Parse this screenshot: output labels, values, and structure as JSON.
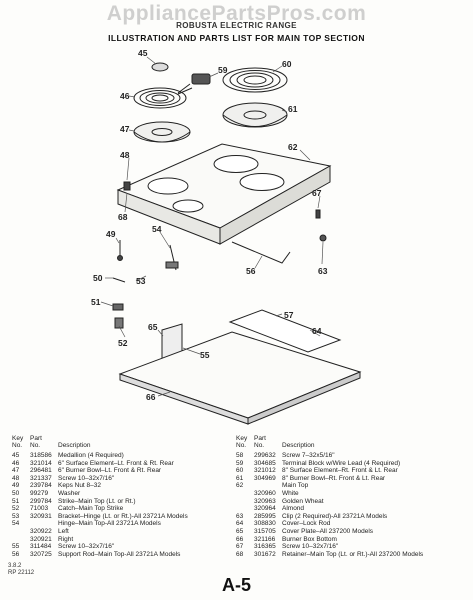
{
  "watermark": "AppliancePartsPros.com",
  "header": {
    "line1": "ROBUSTA ELECTRIC RANGE",
    "line2": "ILLUSTRATION AND PARTS LIST FOR MAIN TOP SECTION"
  },
  "callouts": [
    "45",
    "59",
    "60",
    "46",
    "61",
    "47",
    "62",
    "48",
    "67",
    "68",
    "49",
    "54",
    "50",
    "53",
    "56",
    "63",
    "51",
    "57",
    "52",
    "64",
    "65",
    "55",
    "66"
  ],
  "columns": {
    "key": "Key\nNo.",
    "part": "Part\nNo.",
    "description": "Description"
  },
  "left_parts": [
    {
      "key": "45",
      "part": "318586",
      "desc": "Medallion (4 Required)"
    },
    {
      "key": "46",
      "part": "321014",
      "desc": "6\" Surface Element–Lt. Front & Rt. Rear"
    },
    {
      "key": "47",
      "part": "296481",
      "desc": "6\" Burner Bowl–Lt. Front & Rt. Rear"
    },
    {
      "key": "48",
      "part": "321337",
      "desc": "Screw 10–32x7/16\""
    },
    {
      "key": "49",
      "part": "239784",
      "desc": "Keps Nut 8–32"
    },
    {
      "key": "50",
      "part": "99279",
      "desc": "Washer"
    },
    {
      "key": "51",
      "part": "299784",
      "desc": "Strike–Main Top (Lt. or Rt.)"
    },
    {
      "key": "52",
      "part": "71003",
      "desc": "Catch–Main Top Strike"
    },
    {
      "key": "53",
      "part": "320931",
      "desc": "Bracket–Hinge (Lt. or Rt.)-All 23721A Models"
    },
    {
      "key": "54",
      "part": "",
      "desc": "Hinge–Main Top-All 23721A Models"
    },
    {
      "key": "",
      "part": "320922",
      "desc": "Left"
    },
    {
      "key": "",
      "part": "320921",
      "desc": "Right"
    },
    {
      "key": "55",
      "part": "311484",
      "desc": "Screw 10–32x7/16\""
    },
    {
      "key": "56",
      "part": "320725",
      "desc": "Support Rod–Main Top-All 23721A Models"
    }
  ],
  "right_parts": [
    {
      "key": "58",
      "part": "299632",
      "desc": "Screw 7–32x5/16\""
    },
    {
      "key": "59",
      "part": "304685",
      "desc": "Terminal Block w/Wire Lead (4 Required)"
    },
    {
      "key": "60",
      "part": "321012",
      "desc": "8\" Surface Element–Rt. Front & Lt. Rear"
    },
    {
      "key": "61",
      "part": "304969",
      "desc": "8\" Burner Bowl–Rt. Front & Lt. Rear"
    },
    {
      "key": "62",
      "part": "",
      "desc": "Main Top"
    },
    {
      "key": "",
      "part": "320960",
      "desc": "White"
    },
    {
      "key": "",
      "part": "320963",
      "desc": "Golden Wheat"
    },
    {
      "key": "",
      "part": "320964",
      "desc": "Almond"
    },
    {
      "key": "63",
      "part": "285995",
      "desc": "Clip (2 Required)-All 23721A Models"
    },
    {
      "key": "64",
      "part": "308830",
      "desc": "Cover–Lock Rod"
    },
    {
      "key": "65",
      "part": "315705",
      "desc": "Cover Plate–All 237200 Models"
    },
    {
      "key": "66",
      "part": "321166",
      "desc": "Burner Box Bottom"
    },
    {
      "key": "67",
      "part": "316365",
      "desc": "Screw 10–32x7/16\""
    },
    {
      "key": "68",
      "part": "301672",
      "desc": "Retainer–Main Top (Lt. or Rt.)-All 237200 Models"
    }
  ],
  "version": "3.8.2\nRP 22112",
  "page_number": "A-5"
}
